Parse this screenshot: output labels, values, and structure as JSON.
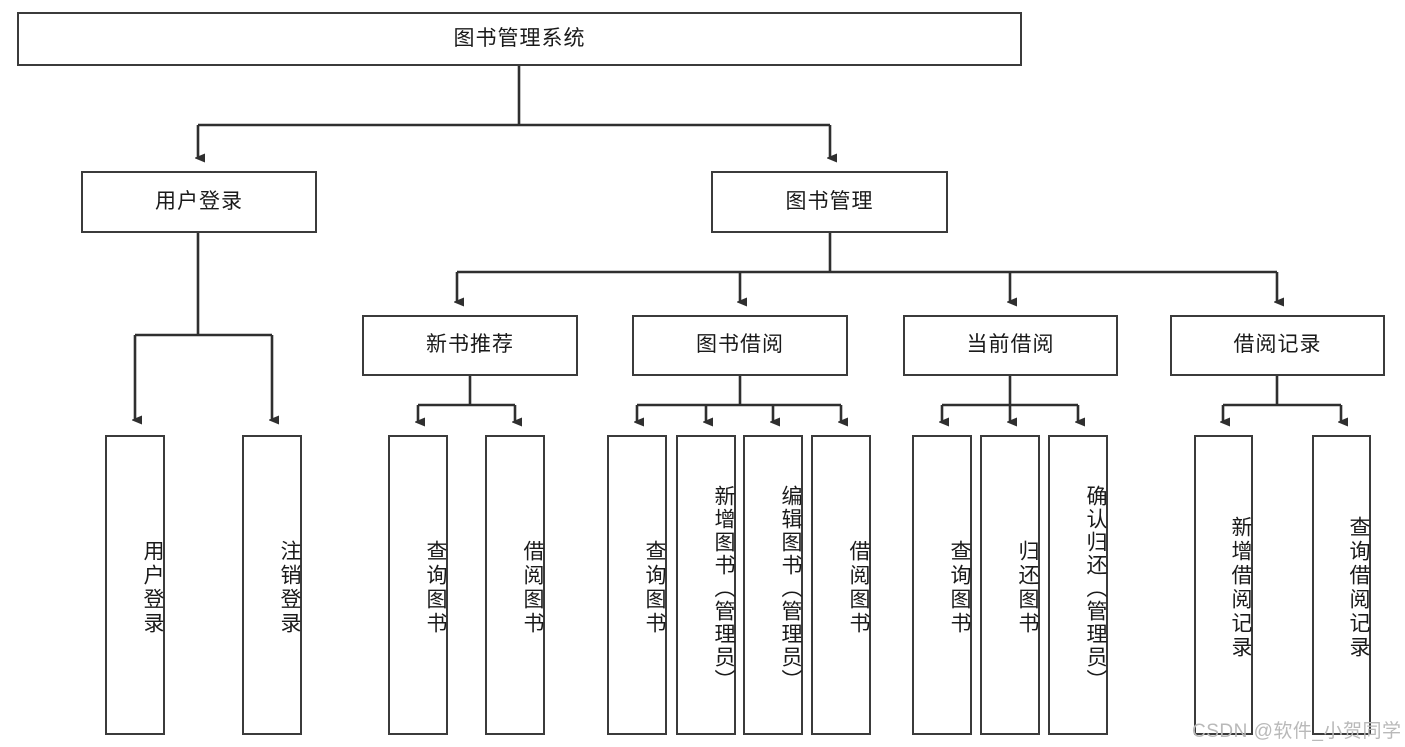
{
  "diagram": {
    "type": "tree-hierarchy",
    "title": "图书管理系统",
    "watermark": "CSDN @软件_小贺同学",
    "colors": {
      "box_border": "#3b3b3b",
      "box_fill": "#ffffff",
      "connector": "#2f2f2f",
      "text": "#1a1a1a",
      "watermark": "#b9b9b9"
    },
    "nodes": {
      "root": {
        "label": "图书管理系统",
        "orientation": "horizontal"
      },
      "level2": [
        {
          "label": "用户登录",
          "orientation": "horizontal"
        },
        {
          "label": "图书管理",
          "orientation": "horizontal"
        }
      ],
      "level3": [
        {
          "label": "新书推荐",
          "orientation": "horizontal"
        },
        {
          "label": "图书借阅",
          "orientation": "horizontal"
        },
        {
          "label": "当前借阅",
          "orientation": "horizontal"
        },
        {
          "label": "借阅记录",
          "orientation": "horizontal"
        }
      ],
      "leaves": {
        "user_login": [
          {
            "label": "用户登录",
            "orientation": "vertical"
          },
          {
            "label": "注销登录",
            "orientation": "vertical"
          }
        ],
        "new_book_recommend": [
          {
            "label": "查询图书",
            "orientation": "vertical"
          },
          {
            "label": "借阅图书",
            "orientation": "vertical"
          }
        ],
        "book_borrow": [
          {
            "label": "查询图书",
            "orientation": "vertical"
          },
          {
            "label": "新增图书（管理员）",
            "orientation": "vertical"
          },
          {
            "label": "编辑图书（管理员）",
            "orientation": "vertical"
          },
          {
            "label": "借阅图书",
            "orientation": "vertical"
          }
        ],
        "current_borrow": [
          {
            "label": "查询图书",
            "orientation": "vertical"
          },
          {
            "label": "归还图书",
            "orientation": "vertical"
          },
          {
            "label": "确认归还（管理员）",
            "orientation": "vertical"
          }
        ],
        "borrow_record": [
          {
            "label": "新增借阅记录",
            "orientation": "vertical"
          },
          {
            "label": "查询借阅记录",
            "orientation": "vertical"
          }
        ]
      }
    }
  }
}
